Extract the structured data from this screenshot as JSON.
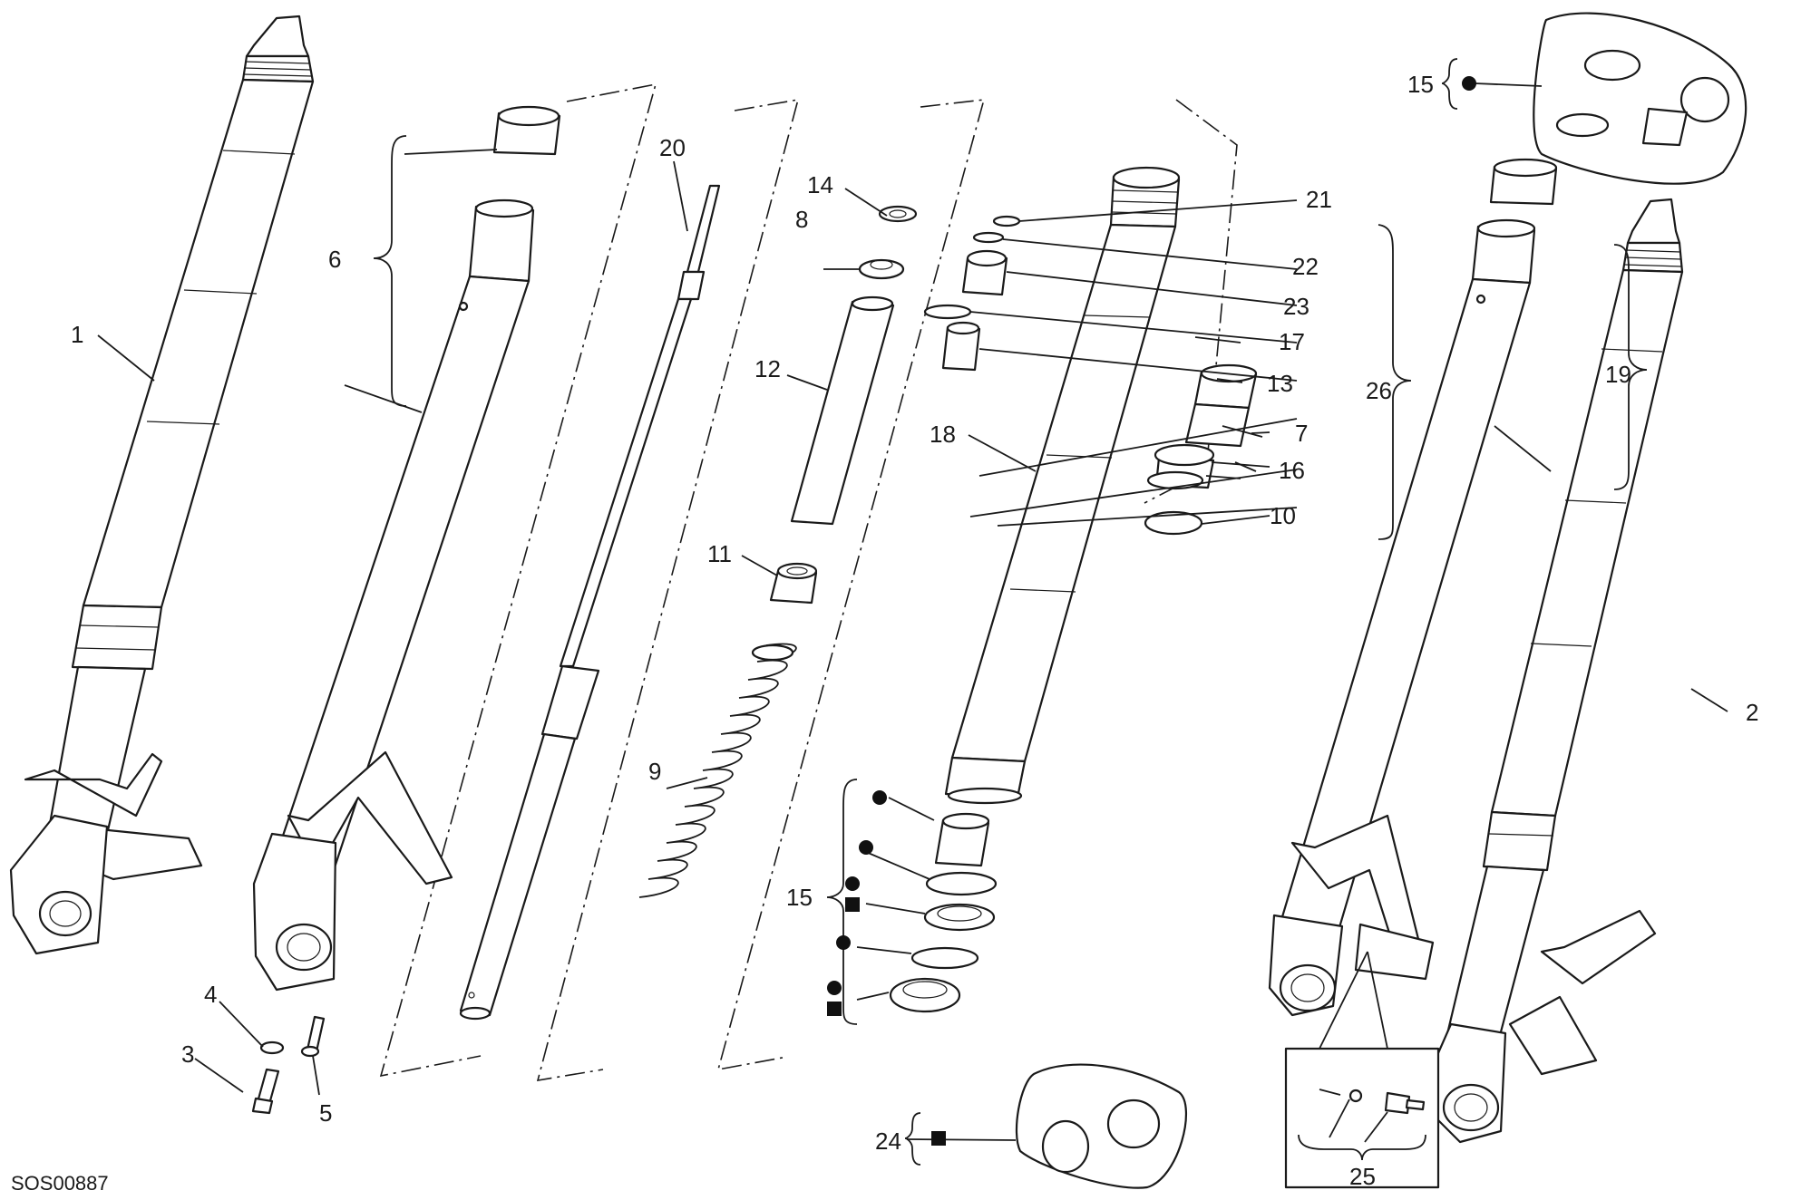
{
  "drawing_code": "SOS00887",
  "labels": {
    "p1": "1",
    "p2": "2",
    "p3": "3",
    "p4": "4",
    "p5": "5",
    "p6": "6",
    "p7": "7",
    "p8": "8",
    "p9": "9",
    "p10": "10",
    "p11": "11",
    "p12": "12",
    "p13": "13",
    "p14": "14",
    "p15a": "15",
    "p15b": "15",
    "p16": "16",
    "p17": "17",
    "p18": "18",
    "p19": "19",
    "p20": "20",
    "p21": "21",
    "p22": "22",
    "p23": "23",
    "p24": "24",
    "p25": "25",
    "p26": "26"
  },
  "legend_symbols": [
    "circle",
    "square"
  ]
}
